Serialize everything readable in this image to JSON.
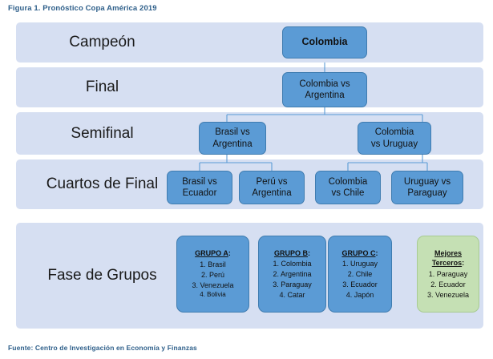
{
  "figure": {
    "title": "Figura 1. Pronóstico Copa América 2019",
    "source": "Fuente: Centro de Investigación en Economía y Finanzas"
  },
  "colors": {
    "band": "#d6dff2",
    "node_fill": "#5b9bd5",
    "node_border": "#3f7cb0",
    "thirds_fill": "#c5e0b4",
    "thirds_border": "#a8cb92",
    "title_text": "#2e5f8a",
    "connector": "#5b9bd5"
  },
  "bands": {
    "campeon": "Campeón",
    "final": "Final",
    "semifinal": "Semifinal",
    "cuartos": "Cuartos de Final",
    "grupos": "Fase de Grupos"
  },
  "bracket": {
    "champion": "Colombia",
    "final": "Colombia vs\nArgentina",
    "final_line1": "Colombia vs",
    "final_line2": "Argentina",
    "semifinals": [
      {
        "line1": "Brasil vs",
        "line2": "Argentina"
      },
      {
        "line1": "Colombia",
        "line2": "vs Uruguay"
      }
    ],
    "quarterfinals": [
      {
        "line1": "Brasil vs",
        "line2": "Ecuador"
      },
      {
        "line1": "Perú vs",
        "line2": "Argentina"
      },
      {
        "line1": "Colombia",
        "line2": "vs Chile"
      },
      {
        "line1": "Uruguay vs",
        "line2": "Paraguay"
      }
    ]
  },
  "groups": [
    {
      "heading": "GRUPO A",
      "heading_suffix": ":",
      "teams": [
        "1. Brasil",
        "2. Perú",
        "3. Venezuela",
        "4. Bolivia"
      ],
      "type": "group"
    },
    {
      "heading": "GRUPO B",
      "heading_suffix": ":",
      "teams": [
        "1. Colombia",
        "2. Argentina",
        "3. Paraguay",
        "4. Catar"
      ],
      "type": "group"
    },
    {
      "heading": "GRUPO C",
      "heading_suffix": ":",
      "teams": [
        "1. Uruguay",
        "2. Chile",
        "3. Ecuador",
        "4. Japón"
      ],
      "type": "group"
    },
    {
      "heading": "Mejores Terceros",
      "heading_suffix": ":",
      "teams": [
        "1. Paraguay",
        "2. Ecuador",
        "3. Venezuela"
      ],
      "type": "thirds"
    }
  ]
}
